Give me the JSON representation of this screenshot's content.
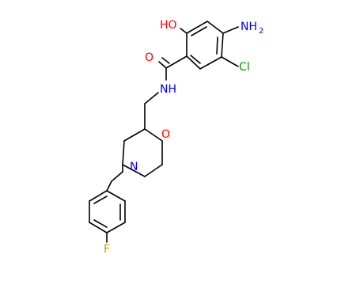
{
  "molecule": {
    "atom_labels": {
      "hydroxyl": "HO",
      "amine": "NH",
      "amine_subscript": "2",
      "chlorine": "Cl",
      "carbonyl_oxygen": "O",
      "amide_nitrogen": "NH",
      "ring_oxygen": "O",
      "ring_nitrogen": "N",
      "fluorine": "F"
    },
    "colors": {
      "bond": "#000000",
      "oxygen": "#ff0000",
      "nitrogen": "#0000ff",
      "chlorine": "#00a000",
      "fluorine": "#c0a000"
    }
  }
}
